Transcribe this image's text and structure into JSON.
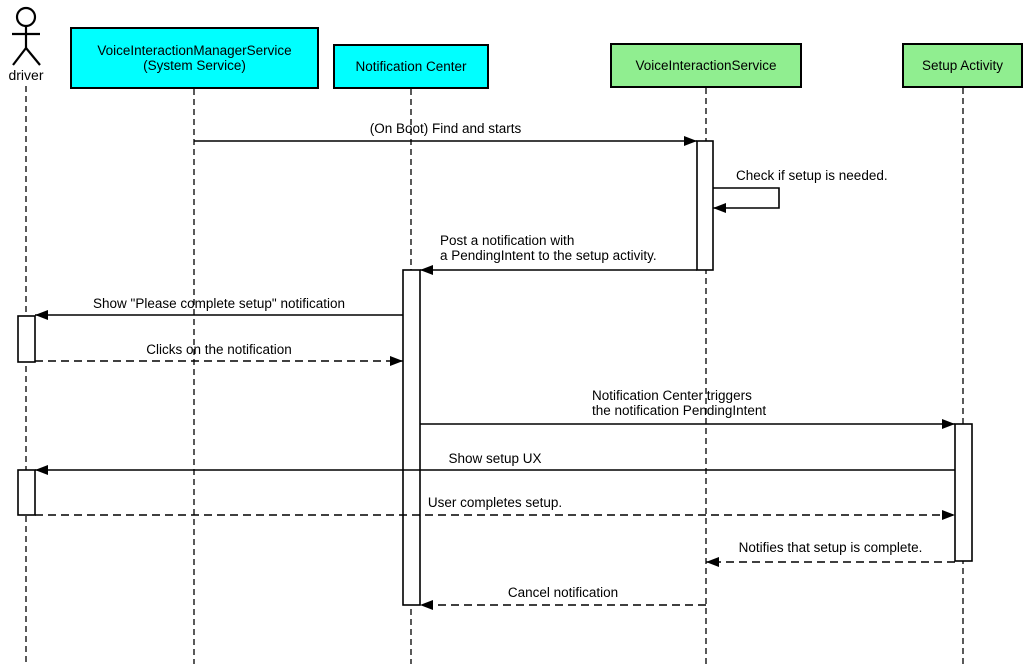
{
  "diagram_type": "uml-sequence-diagram",
  "colors": {
    "participant_cyan": "#00FFFF",
    "participant_green": "#90EE90",
    "line_black": "#000000",
    "background": "#FFFFFF"
  },
  "participants": [
    {
      "label": "driver",
      "type": "actor",
      "fill": null
    },
    {
      "label": "VoiceInteractionManagerService\n(System Service)",
      "type": "box",
      "fill": "#00FFFF"
    },
    {
      "label": "Notification Center",
      "type": "box",
      "fill": "#00FFFF"
    },
    {
      "label": "VoiceInteractionService",
      "type": "box",
      "fill": "#90EE90"
    },
    {
      "label": "Setup Activity",
      "type": "box",
      "fill": "#90EE90"
    }
  ],
  "messages": [
    {
      "seq": 1,
      "label": "(On Boot) Find and starts",
      "from": "VoiceInteractionManagerService (System Service)",
      "to": "VoiceInteractionService",
      "line": "solid"
    },
    {
      "seq": 2,
      "label": "Check if setup is needed.",
      "from": "VoiceInteractionService",
      "to": "VoiceInteractionService",
      "line": "solid",
      "self_message": true
    },
    {
      "seq": 3,
      "label": "Post a notification with\na PendingIntent to the setup activity.",
      "from": "VoiceInteractionService",
      "to": "Notification Center",
      "line": "solid"
    },
    {
      "seq": 4,
      "label": "Show \"Please complete setup\" notification",
      "from": "Notification Center",
      "to": "driver",
      "line": "solid"
    },
    {
      "seq": 5,
      "label": "Clicks on the notification",
      "from": "driver",
      "to": "Notification Center",
      "line": "dashed"
    },
    {
      "seq": 6,
      "label": "Notification Center triggers\nthe notification PendingIntent",
      "from": "Notification Center",
      "to": "Setup Activity",
      "line": "solid"
    },
    {
      "seq": 7,
      "label": "Show setup UX",
      "from": "Setup Activity",
      "to": "driver",
      "line": "solid"
    },
    {
      "seq": 8,
      "label": "User completes setup.",
      "from": "driver",
      "to": "Setup Activity",
      "line": "dashed"
    },
    {
      "seq": 9,
      "label": "Notifies that setup is complete.",
      "from": "Setup Activity",
      "to": "VoiceInteractionService",
      "line": "dashed"
    },
    {
      "seq": 10,
      "label": "Cancel notification",
      "from": "VoiceInteractionService",
      "to": "Notification Center",
      "line": "dashed"
    }
  ]
}
